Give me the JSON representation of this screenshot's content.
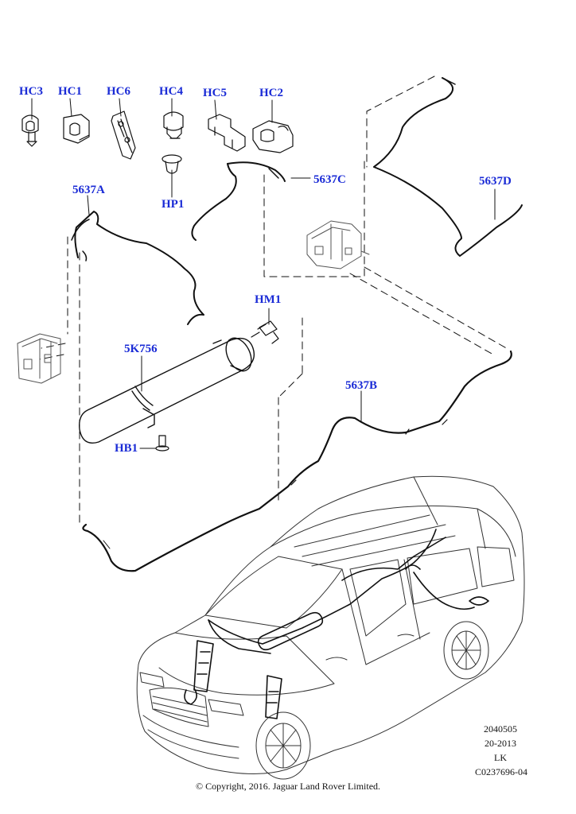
{
  "callouts": {
    "hc3": "HC3",
    "hc1": "HC1",
    "hc6": "HC6",
    "hc4": "HC4",
    "hc5": "HC5",
    "hc2": "HC2",
    "hp1": "HP1",
    "p5637a": "5637A",
    "p5637b": "5637B",
    "p5637c": "5637C",
    "p5637d": "5637D",
    "hm1": "HM1",
    "p5k756": "5K756",
    "hb1": "HB1"
  },
  "meta": {
    "line1": "2040505",
    "line2": "20-2013",
    "line3": "LK",
    "line4": "C0237696-04"
  },
  "copyright": "© Copyright, 2016. Jaguar Land Rover Limited."
}
